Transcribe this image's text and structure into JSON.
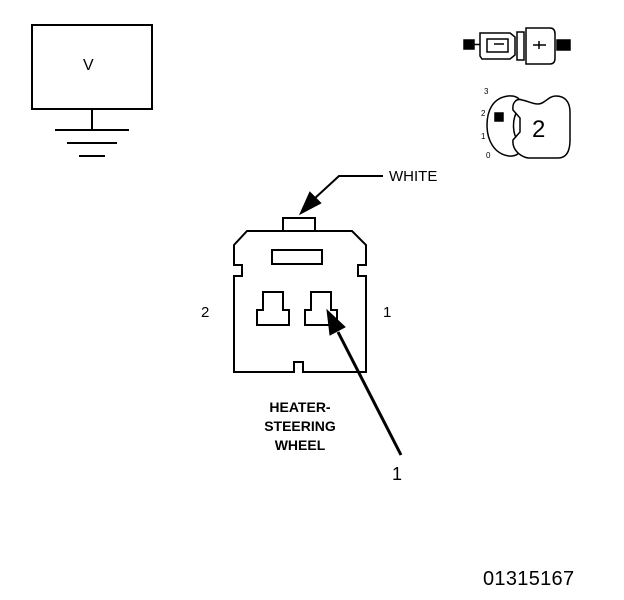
{
  "meter": {
    "label": "V"
  },
  "connector": {
    "wire_color": "WHITE",
    "pin_left": "2",
    "pin_right": "1",
    "name_lines": [
      "HEATER-",
      "STEERING",
      "WHEEL"
    ],
    "callout": "1"
  },
  "switch": {
    "scale": [
      "3",
      "2",
      "1",
      "0"
    ],
    "position": "2"
  },
  "part_number": "01315167"
}
